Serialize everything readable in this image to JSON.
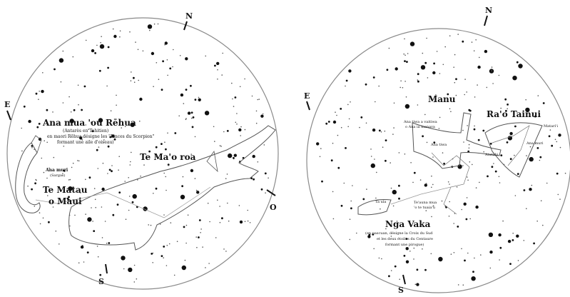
{
  "charts": [
    {
      "compass": {
        "north": "N",
        "east": "E",
        "south": "S",
        "west": "O"
      },
      "labels": {
        "ana_mua": "Ana mua 'ou Rēhua",
        "ana_mua_note1": "(Antarès en Tahitien)",
        "ana_mua_note2": "en maori Rēhua désigne les \"Pinces du Scorpion\"",
        "ana_mua_note3": "formant une aile d'oiseau)",
        "ana_muri": "Ana muri",
        "ana_muri_note": "(Sargas)",
        "te_matau": "Te Matau",
        "o_maui": "o Maui",
        "te_mao_roa": "Te Ma'o roa"
      }
    },
    {
      "compass": {
        "north": "N",
        "east": "E",
        "south": "S"
      },
      "labels": {
        "manu": "Manu",
        "rao_tainui": "Ra'o Tainui",
        "ana_tiwa_1": "Ana tiwa a vaitiwa",
        "ana_tiwa_2": "o Ana ia manava",
        "ana_tiwa_short": "Ana tiwa",
        "atutahi": "Atutahi",
        "ana_muri": "Ana muri",
        "matari": "Matari'i",
        "te_aruna_mua": "Te'auna mua",
        "te_aruna_note": "Te'auna mua",
        "te_aruna_note2": "'o te tuaia'u",
        "nga_vaka": "Nga Vaka",
        "nga_vaka_note1": "(en pascuan, désigne la Croix du Sud",
        "nga_vaka_note2": "et les deux étoiles du Centaure",
        "nga_vaka_note3": "formant une pirogue)",
        "taula": "Ta ula"
      }
    }
  ]
}
